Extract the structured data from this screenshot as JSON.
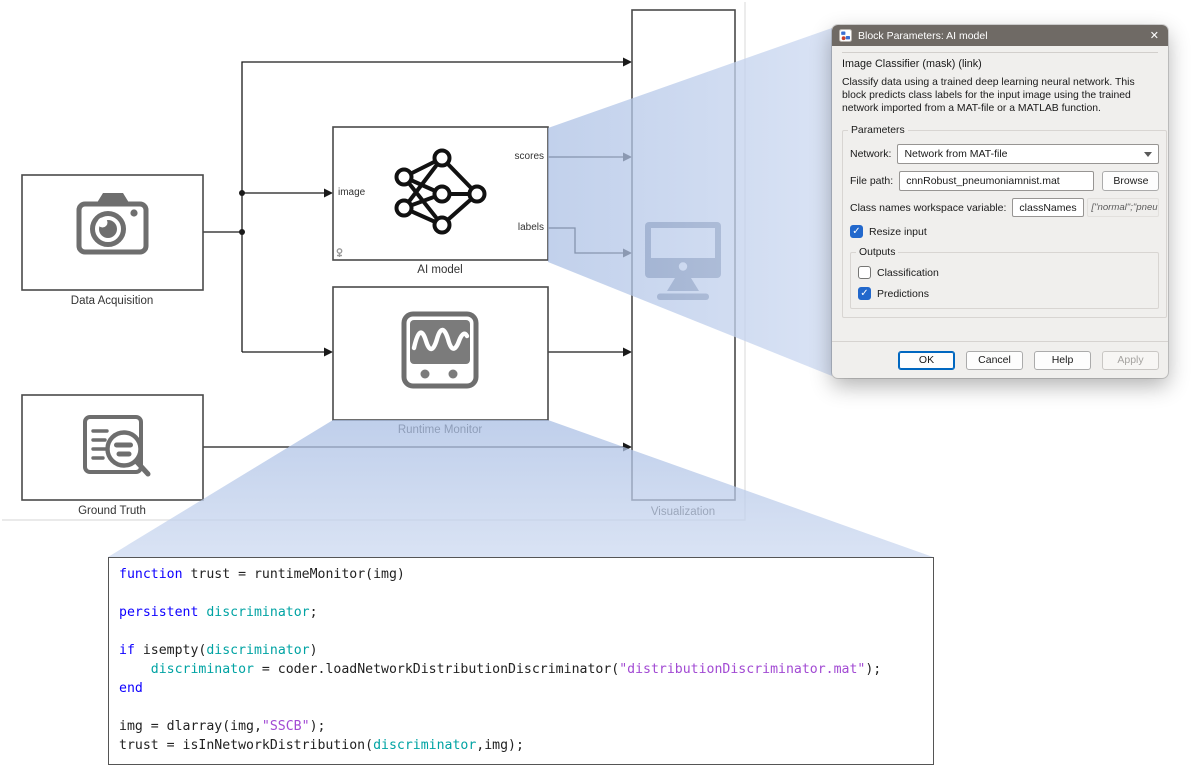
{
  "diagram": {
    "blocks": {
      "data_acquisition": {
        "label": "Data Acquisition"
      },
      "ground_truth": {
        "label": "Ground Truth"
      },
      "ai_model": {
        "label": "AI model",
        "ports": {
          "input": "image",
          "out1": "scores",
          "out2": "labels"
        }
      },
      "runtime_monitor": {
        "label": "Runtime Monitor"
      },
      "visualization": {
        "label": "Visualization"
      }
    },
    "icon_names": [
      "camera-icon",
      "document-search-icon",
      "neural-network-icon",
      "oscilloscope-icon",
      "monitor-icon"
    ]
  },
  "dialog": {
    "title": "Block Parameters: AI model",
    "mask_title": "Image Classifier (mask) (link)",
    "description": "Classify data using a trained deep learning neural network. This block predicts class labels for the input image using the trained network imported from a MAT-file or a MATLAB function.",
    "parameters_legend": "Parameters",
    "network_label": "Network:",
    "network_value": "Network from MAT-file",
    "file_path_label": "File path:",
    "file_path_value": "cnnRobust_pneumoniamnist.mat",
    "browse_label": "Browse",
    "class_names_label": "Class names workspace variable:",
    "class_names_value": "classNames",
    "class_names_preview": "[\"normal\";\"pneu...",
    "resize_label": "Resize input",
    "resize_checked": true,
    "outputs_legend": "Outputs",
    "classification_label": "Classification",
    "classification_checked": false,
    "predictions_label": "Predictions",
    "predictions_checked": true,
    "buttons": {
      "ok": "OK",
      "cancel": "Cancel",
      "help": "Help",
      "apply": "Apply"
    }
  },
  "code": {
    "lines": [
      [
        {
          "t": "function",
          "c": "kw"
        },
        {
          "t": " trust = runtimeMonitor(img)",
          "c": "def"
        }
      ],
      [],
      [
        {
          "t": "persistent",
          "c": "kw"
        },
        {
          "t": " ",
          "c": "def"
        },
        {
          "t": "discriminator",
          "c": "var"
        },
        {
          "t": ";",
          "c": "def"
        }
      ],
      [],
      [
        {
          "t": "if",
          "c": "kw"
        },
        {
          "t": " isempty(",
          "c": "def"
        },
        {
          "t": "discriminator",
          "c": "var"
        },
        {
          "t": ")",
          "c": "def"
        }
      ],
      [
        {
          "t": "    ",
          "c": "def"
        },
        {
          "t": "discriminator",
          "c": "var"
        },
        {
          "t": " = coder.loadNetworkDistributionDiscriminator(",
          "c": "def"
        },
        {
          "t": "\"distributionDiscriminator.mat\"",
          "c": "str"
        },
        {
          "t": ");",
          "c": "def"
        }
      ],
      [
        {
          "t": "end",
          "c": "kw"
        }
      ],
      [],
      [
        {
          "t": "img = dlarray(img,",
          "c": "def"
        },
        {
          "t": "\"SSCB\"",
          "c": "str"
        },
        {
          "t": ");",
          "c": "def"
        }
      ],
      [
        {
          "t": "trust = isInNetworkDistribution(",
          "c": "def"
        },
        {
          "t": "discriminator",
          "c": "var"
        },
        {
          "t": ",img);",
          "c": "def"
        }
      ]
    ]
  },
  "glyphs": {
    "close": "✕",
    "check": "✓"
  },
  "colors": {
    "titlebar": "#6f6a65",
    "checkbox_accent": "#2268cc",
    "ok_border": "#0067c0",
    "beam_blue": "#aabfe4",
    "icon_gray": "#6e6e6e",
    "monitor_slate": "#6f7d96",
    "code_keyword": "#0e00ff",
    "code_variable": "#00a3a3",
    "code_string": "#a24ad3"
  }
}
